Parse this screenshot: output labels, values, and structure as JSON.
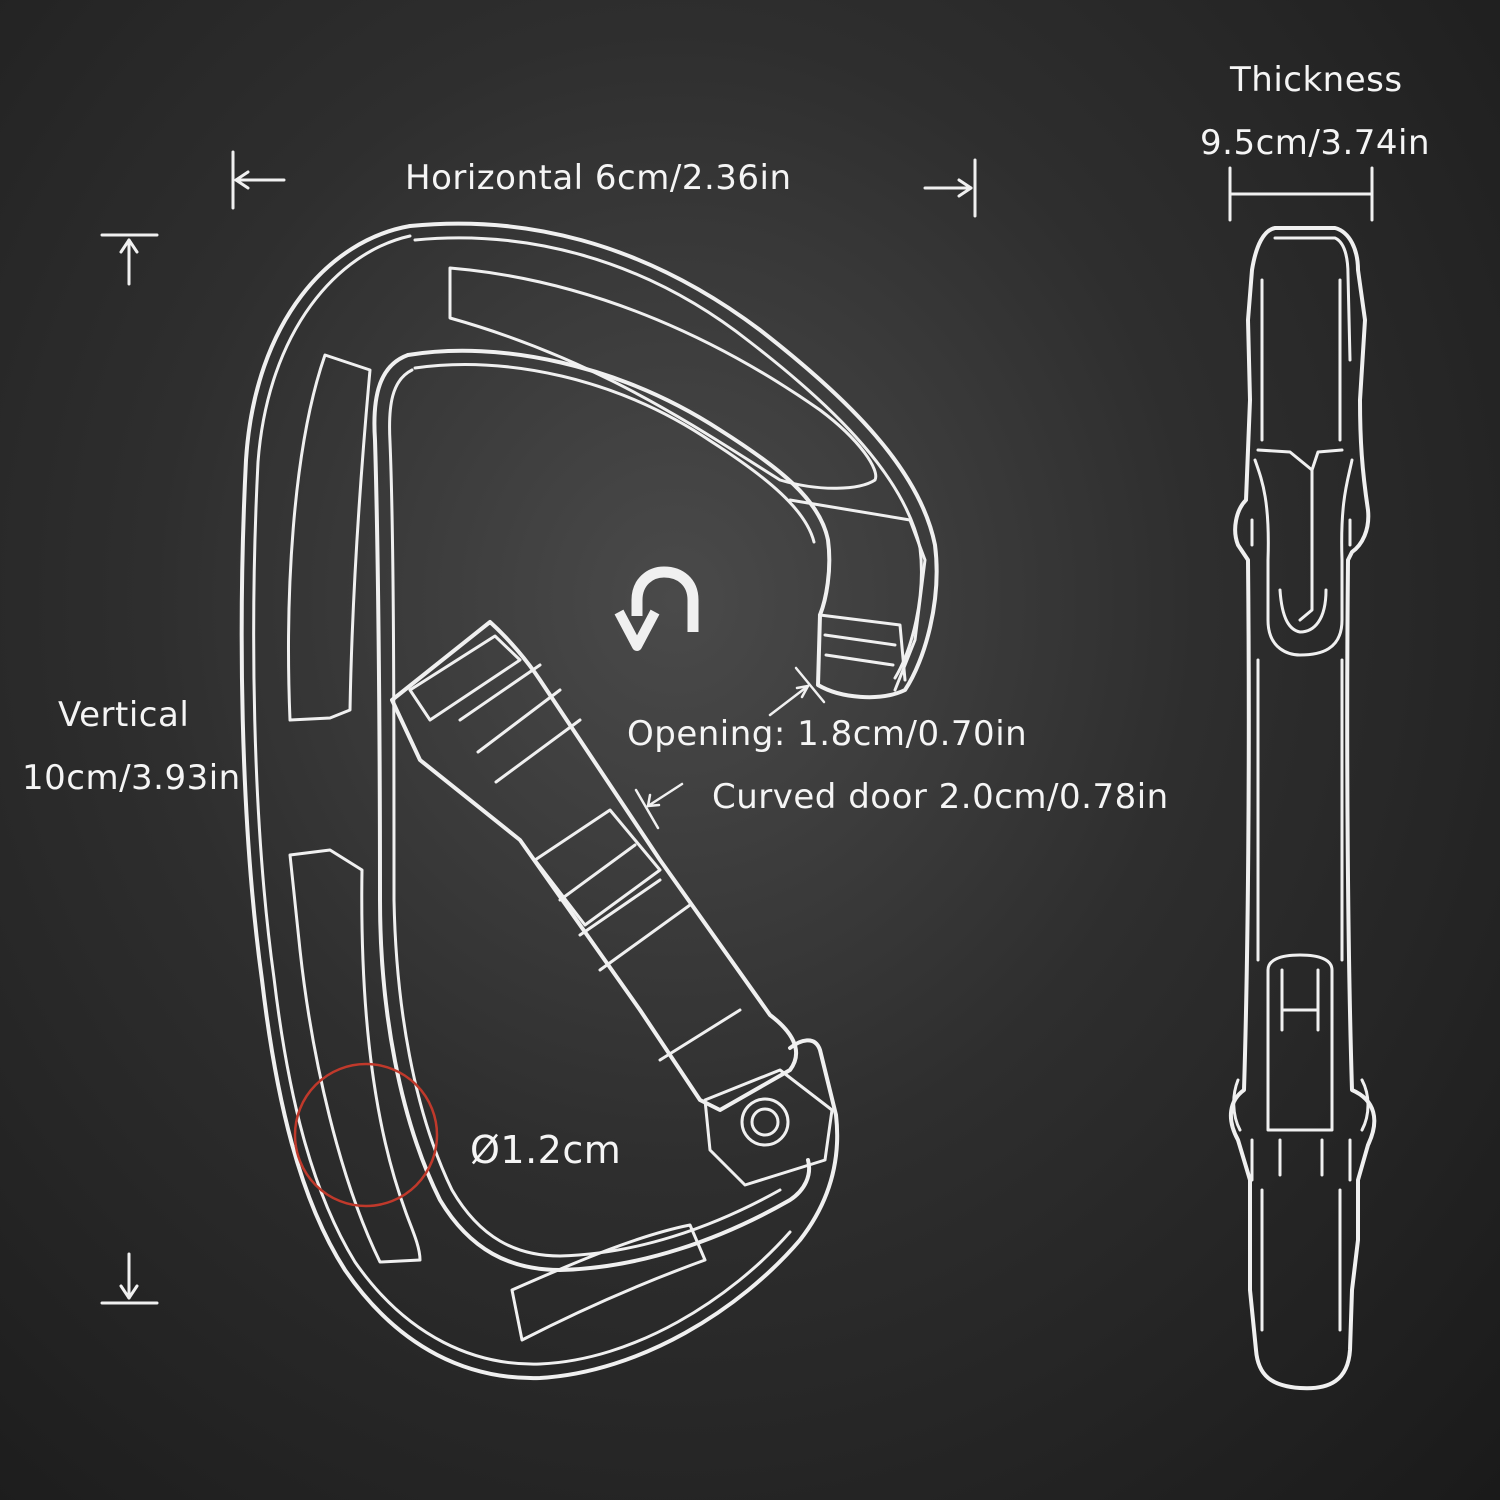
{
  "labels": {
    "horizontal": "Horizontal 6cm/2.36in",
    "thickness_title": "Thickness",
    "thickness_value": "9.5cm/3.74in",
    "vertical_title": "Vertical",
    "vertical_value": "10cm/3.93in",
    "opening": "Opening: 1.8cm/0.70in",
    "curved_door": "Curved door 2.0cm/0.78in",
    "diameter": "Ø1.2cm"
  },
  "colors": {
    "background": "#2e2e2e",
    "line": "#f0f0f0",
    "highlight_circle": "#c0392b"
  },
  "icons": {
    "rotate_arrow": "u-turn-arrow-icon"
  }
}
